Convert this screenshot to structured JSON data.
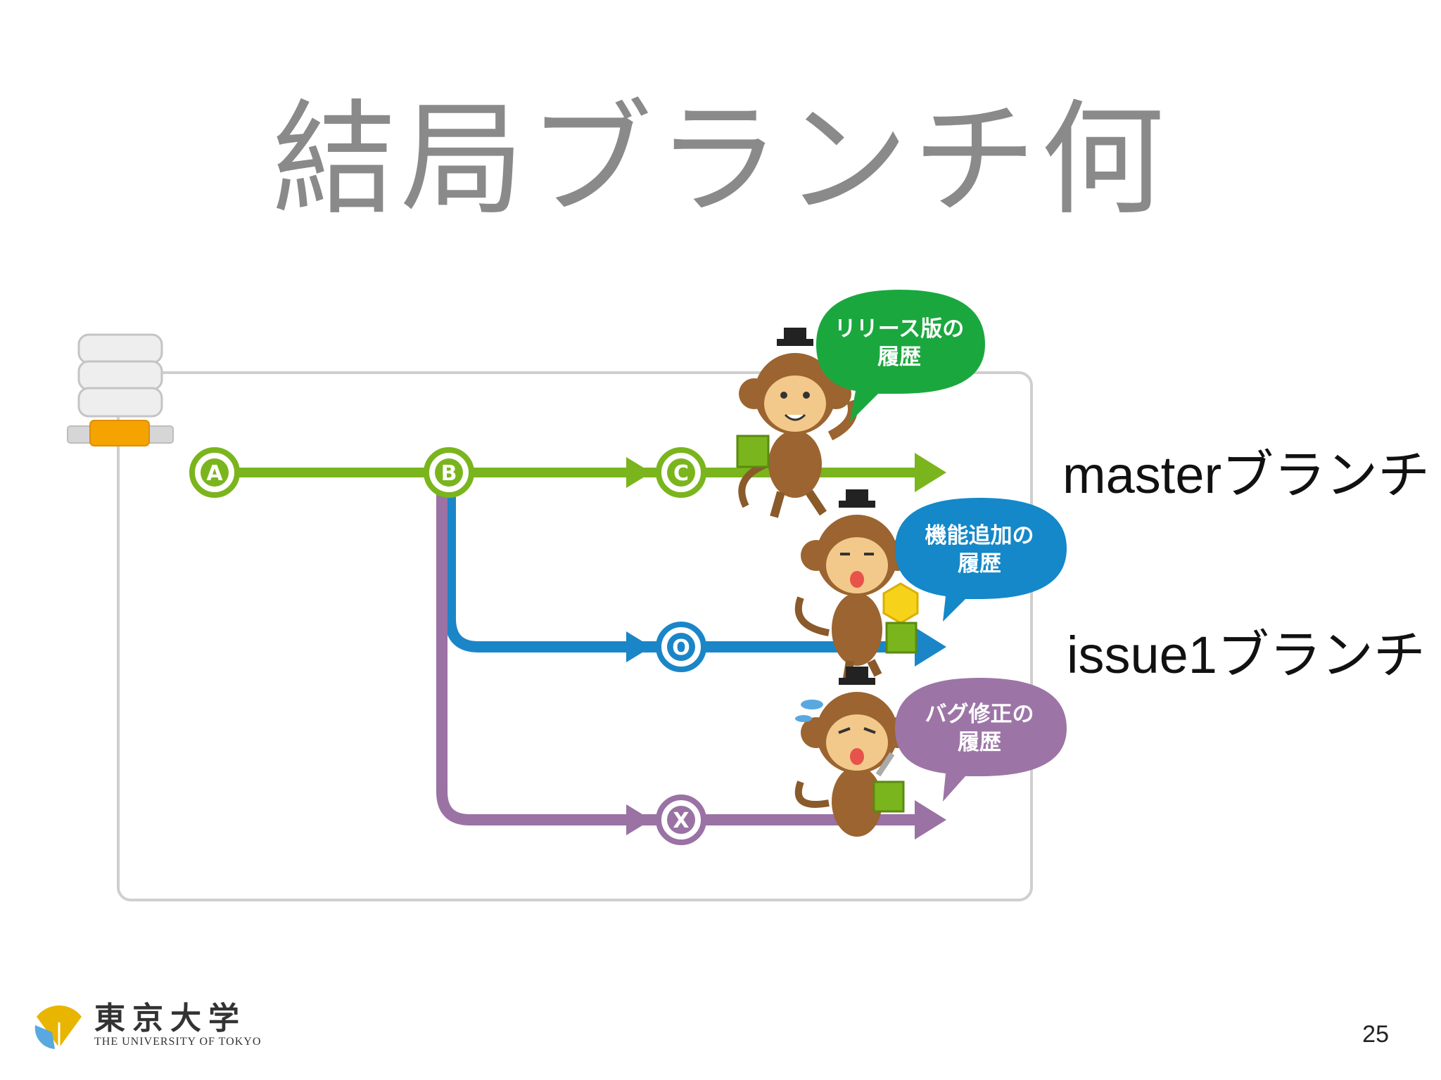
{
  "slide": {
    "title": "結局ブランチ何",
    "page_number": "25"
  },
  "labels": {
    "master": "masterブランチ",
    "issue1": "issue1ブランチ"
  },
  "commits": {
    "a": "A",
    "b": "B",
    "c": "C",
    "o": "O",
    "x": "X"
  },
  "bubbles": {
    "release": [
      "リリース版の",
      "履歴"
    ],
    "feature": [
      "機能追加の",
      "履歴"
    ],
    "bugfix": [
      "バグ修正の",
      "履歴"
    ]
  },
  "logo": {
    "jp": "東京大学",
    "en": "THE UNIVERSITY OF TOKYO"
  },
  "colors": {
    "master": "#7ab51d",
    "feature": "#1a86c8",
    "bugfix": "#9a72a4",
    "release_bubble": "#1aa83e",
    "feature_bubble": "#1488c9",
    "bugfix_bubble": "#9c75a6",
    "frame": "#cccccc",
    "title": "#8a8a8a"
  }
}
